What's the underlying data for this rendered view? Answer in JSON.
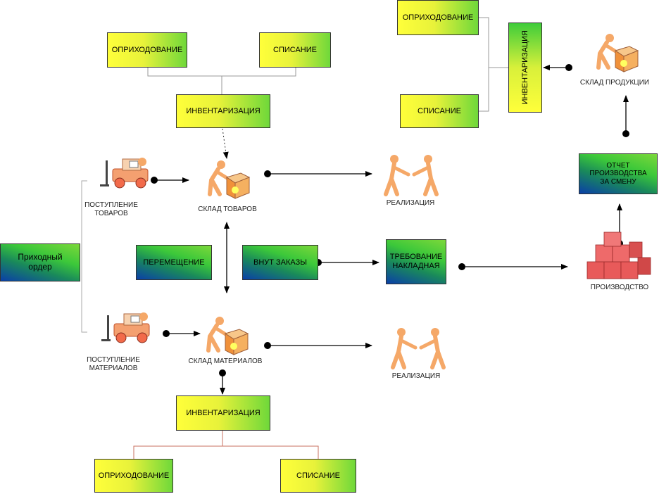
{
  "boxes": {
    "oprih_top": "ОПРИХОДОВАНИЕ",
    "spis_top": "СПИСАНИЕ",
    "inv_top": "ИНВЕНТАРИЗАЦИЯ",
    "oprih_tr": "ОПРИХОДОВАНИЕ",
    "spis_tr": "СПИСАНИЕ",
    "inv_tr": "ИНВЕНТАРИЗАЦИЯ",
    "prihodny": "Приходный ордер",
    "peremesh": "ПЕРЕМЕЩЕНИЕ",
    "vnut": "ВНУТ ЗАКАЗЫ",
    "treb": "ТРЕБОВАНИЕ НАКЛАДНАЯ",
    "otchet": "ОТЧЕТ ПРОИЗВОДСТВА ЗА СМЕНУ",
    "inv_bot": "ИНВЕНТАРИЗАЦИЯ",
    "oprih_bot": "ОПРИХОДОВАНИЕ",
    "spis_bot": "СПИСАНИЕ"
  },
  "labels": {
    "postup_tov": "ПОСТУПЛЕНИЕ ТОВАРОВ",
    "sklad_tov": "СКЛАД ТОВАРОВ",
    "realiz1": "РЕАЛИЗАЦИЯ",
    "sklad_prod": "СКЛАД ПРОДУКЦИИ",
    "proizv": "ПРОИЗВОДСТВО",
    "postup_mat": "ПОСТУПЛЕНИЕ МАТЕРИАЛОВ",
    "sklad_mat": "СКЛАД МАТЕРИАЛОВ",
    "realiz2": "РЕАЛИЗАЦИЯ"
  },
  "icons": {
    "forklift": "forklift-icon",
    "worker_box": "worker-with-box-icon",
    "handshake": "handshake-people-icon",
    "cubes": "stacked-cubes-icon"
  },
  "colors": {
    "yellow": "#ffff3a",
    "green": "#3ecc3a",
    "blue": "#0a3fa8",
    "figure": "#f5a868",
    "forklift_body": "#f4a070",
    "cube": "#e85a5a"
  }
}
